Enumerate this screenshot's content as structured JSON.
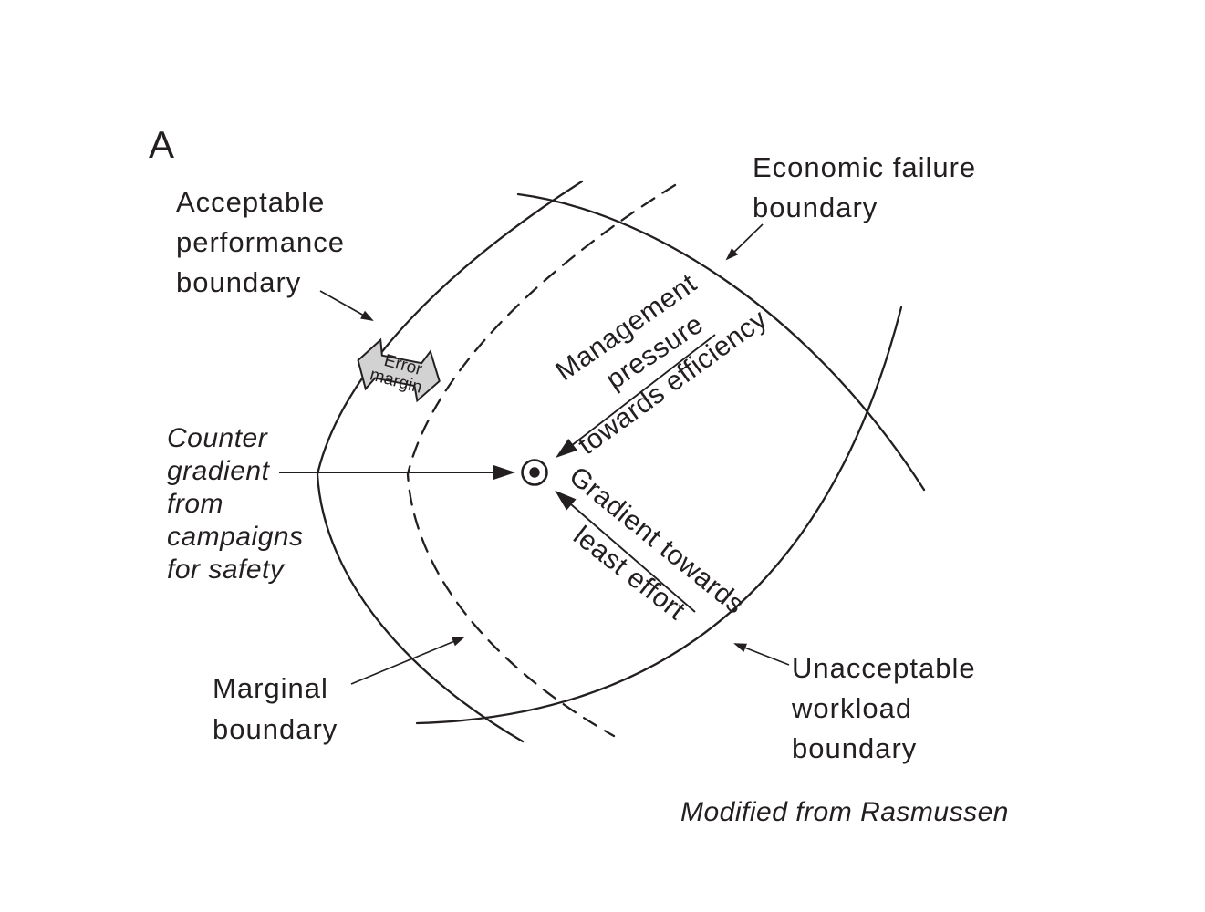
{
  "figure": {
    "panel_label": "A",
    "credit": "Modified from Rasmussen",
    "colors": {
      "ink": "#231f20",
      "badge_fill": "#d2d2d2",
      "background": "#ffffff"
    }
  },
  "boundaries": {
    "acceptable": {
      "lines": [
        "Acceptable",
        "performance",
        "boundary"
      ]
    },
    "economic": {
      "lines": [
        "Economic failure",
        "boundary"
      ]
    },
    "marginal": {
      "lines": [
        "Marginal",
        "boundary"
      ]
    },
    "unacceptable": {
      "lines": [
        "Unacceptable",
        "workload",
        "boundary"
      ]
    }
  },
  "gradients": {
    "counter": {
      "lines": [
        "Counter",
        "gradient",
        "from",
        "campaigns",
        "for safety"
      ]
    },
    "management": {
      "line1": "Management",
      "line2": "pressure",
      "line3": "towards efficiency"
    },
    "effort": {
      "line1": "Gradient towards",
      "line2": "least effort"
    }
  },
  "badge": {
    "line1": "Error",
    "line2": "margin"
  }
}
